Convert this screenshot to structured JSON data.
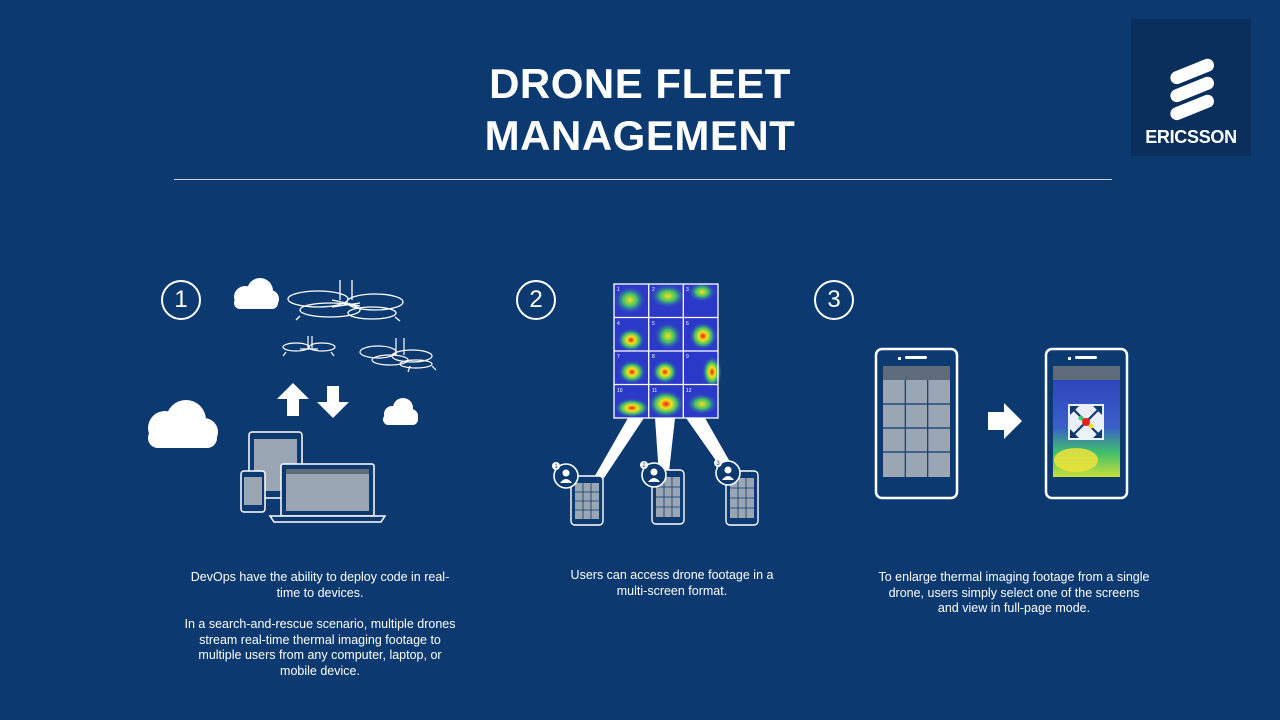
{
  "title": {
    "line1": "DRONE FLEET",
    "line2": "MANAGEMENT"
  },
  "logo": {
    "name": "ERICSSON"
  },
  "steps": [
    {
      "number": "1",
      "caption": [
        "DevOps have the ability to deploy code in real-time to devices.",
        "In a search-and-rescue scenario, multiple drones stream real-time thermal imaging footage to multiple users from any computer, laptop, or mobile device."
      ]
    },
    {
      "number": "2",
      "caption": [
        "Users can access drone footage in a multi-screen format."
      ]
    },
    {
      "number": "3",
      "caption": [
        "To enlarge thermal imaging footage from a single drone, users simply select one of the screens and view in full-page mode."
      ]
    }
  ],
  "thermal_grid": {
    "cell_labels": [
      "1",
      "2",
      "3",
      "4",
      "5",
      "6",
      "7",
      "8",
      "9",
      "10",
      "11",
      "12"
    ]
  },
  "user_badges": [
    "1",
    "2",
    "3"
  ],
  "colors": {
    "background": "#0c3a70",
    "logo_background": "#0a2f5c",
    "thermal_cold": "#2b39c9",
    "thermal_hot": "#e8201a"
  }
}
